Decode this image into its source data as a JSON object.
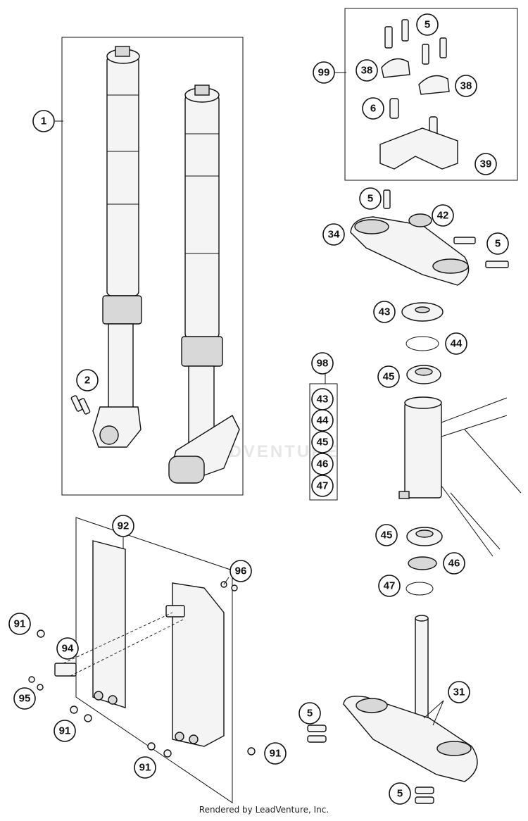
{
  "diagram": {
    "footer": "Rendered by LeadVenture, Inc.",
    "watermark": "LEADVENTURE",
    "callouts": {
      "c1": "1",
      "c2": "2",
      "c99": "99",
      "c5a": "5",
      "c38a": "38",
      "c38b": "38",
      "c6": "6",
      "c39": "39",
      "c5b": "5",
      "c42": "42",
      "c34": "34",
      "c5c": "5",
      "c43a": "43",
      "c44a": "44",
      "c45a": "45",
      "c98": "98",
      "c43b": "43",
      "c44b": "44",
      "c45b": "45",
      "c46b": "46",
      "c47b": "47",
      "c45c": "45",
      "c46c": "46",
      "c47c": "47",
      "c92": "92",
      "c96": "96",
      "c91a": "91",
      "c94": "94",
      "c95": "95",
      "c91b": "91",
      "c91c": "91",
      "c91d": "91",
      "c5d": "5",
      "c31": "31",
      "c5e": "5"
    }
  }
}
